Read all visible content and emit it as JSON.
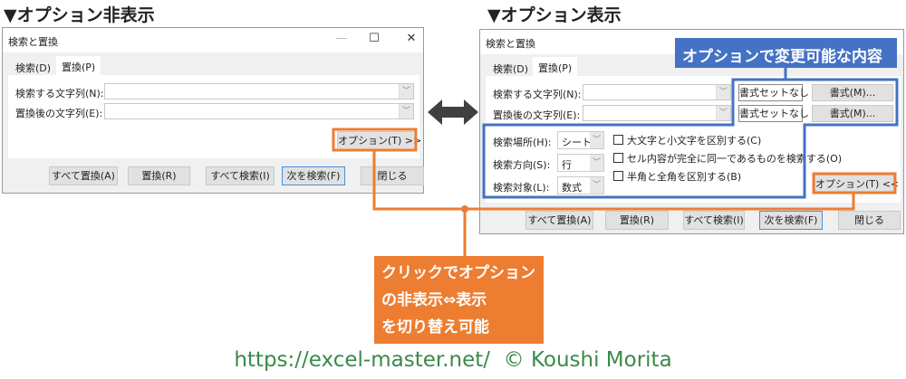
{
  "headings": {
    "left": "▼オプション非表示",
    "right": "▼オプション表示"
  },
  "dialog": {
    "title": "検索と置換",
    "tabs": [
      "検索(D)",
      "置換(P)"
    ],
    "find_label": "検索する文字列(N):",
    "replace_label": "置換後の文字列(E):",
    "find_value": "",
    "replace_value": "",
    "options_button_collapsed": "オプション(T) >>",
    "options_button_expanded": "オプション(T) <<",
    "buttons": [
      "すべて置換(A)",
      "置換(R)",
      "すべて検索(I)",
      "次を検索(F)",
      "閉じる"
    ],
    "format_none": "書式セットなし",
    "format_button": "書式(M)...",
    "within_label": "検索場所(H):",
    "within_value": "シート",
    "search_label": "検索方向(S):",
    "search_value": "行",
    "lookin_label": "検索対象(L):",
    "lookin_value": "数式",
    "checkboxes": [
      "大文字と小文字を区別する(C)",
      "セル内容が完全に同一であるものを検索する(O)",
      "半角と全角を区別する(B)"
    ],
    "win_controls": {
      "minimize": "—",
      "maximize": "☐",
      "close": "✕"
    },
    "dropdown_glyph": "﹀"
  },
  "annotations": {
    "options_content": "オプションで変更可能な内容",
    "toggle_note": [
      "クリックでオプション",
      "の非表示⇔表示",
      "を切り替え可能"
    ]
  },
  "footer": "https://excel-master.net/  © Koushi Morita",
  "colors": {
    "orange": "#ed7d31",
    "blue": "#4472c4",
    "green": "#3a8a4a"
  }
}
